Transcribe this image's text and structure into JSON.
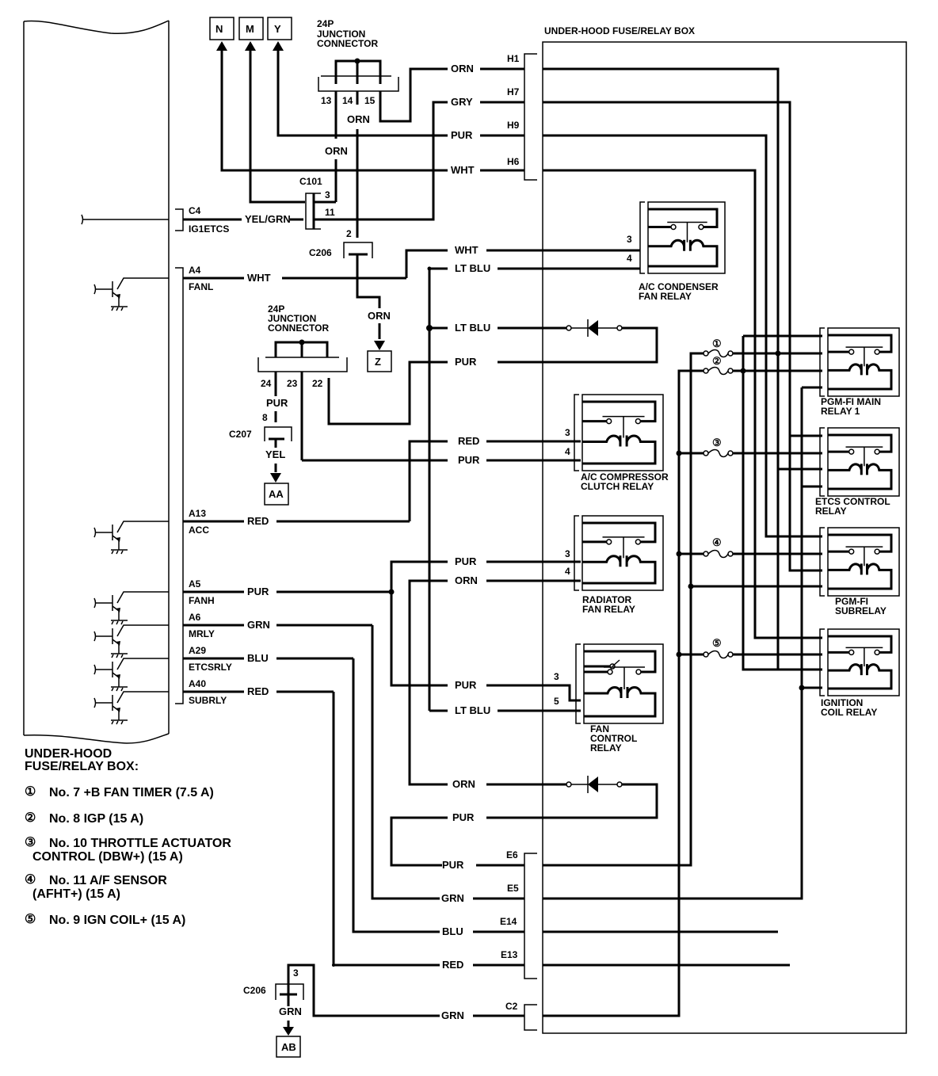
{
  "title": "UNDER-HOOD FUSE/RELAY BOX",
  "connectors_top": [
    "N",
    "M",
    "Y"
  ],
  "junction_top": {
    "label_lines": [
      "24P",
      "JUNCTION",
      "CONNECTOR"
    ],
    "pins": [
      "13",
      "14",
      "15"
    ],
    "wire": "ORN"
  },
  "junction_mid": {
    "label_lines": [
      "24P",
      "JUNCTION",
      "CONNECTOR"
    ],
    "pins": [
      "24",
      "23",
      "22"
    ]
  },
  "h_terminals": [
    {
      "pin": "H1",
      "wire": "ORN"
    },
    {
      "pin": "H7",
      "wire": "GRY"
    },
    {
      "pin": "H9",
      "wire": "PUR"
    },
    {
      "pin": "H6",
      "wire": "WHT"
    }
  ],
  "c101": {
    "name": "C101",
    "pins": [
      "3",
      "11"
    ],
    "wire_orn": "ORN"
  },
  "c4": {
    "pin": "C4",
    "signal": "IG1ETCS",
    "wire": "YEL/GRN"
  },
  "c206_top": {
    "name": "C206",
    "pin": "2",
    "wire": "ORN",
    "dest": "Z"
  },
  "c207": {
    "name": "C207",
    "pin": "8",
    "wire_in": "PUR",
    "wire_out": "YEL",
    "dest": "AA"
  },
  "c206_bottom": {
    "name": "C206",
    "pin": "3",
    "wire": "GRN",
    "dest": "AB"
  },
  "pcm_pins": [
    {
      "pin": "A4",
      "signal": "FANL",
      "wire": "WHT"
    },
    {
      "pin": "A13",
      "signal": "ACC",
      "wire": "RED"
    },
    {
      "pin": "A5",
      "signal": "FANH",
      "wire": "PUR"
    },
    {
      "pin": "A6",
      "signal": "MRLY",
      "wire": "GRN"
    },
    {
      "pin": "A29",
      "signal": "ETCSRLY",
      "wire": "BLU"
    },
    {
      "pin": "A40",
      "signal": "SUBRLY",
      "wire": "RED"
    }
  ],
  "relays": {
    "ac_condenser": {
      "label_lines": [
        "A/C CONDENSER",
        "FAN RELAY"
      ],
      "pins": [
        "3",
        "4"
      ],
      "wires": [
        "WHT",
        "LT BLU"
      ]
    },
    "ac_compressor": {
      "label_lines": [
        "A/C COMPRESSOR",
        "CLUTCH RELAY"
      ],
      "pins": [
        "3",
        "4"
      ],
      "wires": [
        "RED",
        "PUR"
      ]
    },
    "radiator_fan": {
      "label_lines": [
        "RADIATOR",
        "FAN RELAY"
      ],
      "pins": [
        "3",
        "4"
      ],
      "wires": [
        "PUR",
        "ORN"
      ]
    },
    "fan_control": {
      "label_lines": [
        "FAN",
        "CONTROL",
        "RELAY"
      ],
      "pins": [
        "3",
        "5"
      ],
      "wires": [
        "PUR",
        "LT BLU"
      ]
    },
    "pgm_main": {
      "label_lines": [
        "PGM-FI MAIN",
        "RELAY 1"
      ]
    },
    "etcs_control": {
      "label_lines": [
        "ETCS CONTROL",
        "RELAY"
      ]
    },
    "pgm_sub": {
      "label_lines": [
        "PGM-FI",
        "SUBRELAY"
      ]
    },
    "ignition_coil": {
      "label_lines": [
        "IGNITION",
        "COIL RELAY"
      ]
    }
  },
  "diode_wires": {
    "upper_in": "LT BLU",
    "upper_out": "PUR",
    "lower_in": "ORN",
    "lower_out": "PUR"
  },
  "e_terminals": [
    {
      "pin": "E6",
      "wire": "PUR"
    },
    {
      "pin": "E5",
      "wire": "GRN"
    },
    {
      "pin": "E14",
      "wire": "BLU"
    },
    {
      "pin": "E13",
      "wire": "RED"
    }
  ],
  "c2": {
    "pin": "C2",
    "wire": "GRN"
  },
  "fuse_marks": [
    "①",
    "②",
    "③",
    "④",
    "⑤"
  ],
  "legend": {
    "heading_lines": [
      "UNDER-HOOD",
      "FUSE/RELAY BOX:"
    ],
    "items": [
      {
        "mark": "①",
        "lines": [
          "No. 7 +B FAN TIMER (7.5 A)"
        ]
      },
      {
        "mark": "②",
        "lines": [
          "No. 8 IGP (15 A)"
        ]
      },
      {
        "mark": "③",
        "lines": [
          "No. 10 THROTTLE ACTUATOR",
          "CONTROL (DBW+) (15 A)"
        ]
      },
      {
        "mark": "④",
        "lines": [
          "No. 11 A/F SENSOR",
          "(AFHT+) (15 A)"
        ]
      },
      {
        "mark": "⑤",
        "lines": [
          "No. 9 IGN COIL+ (15 A)"
        ]
      }
    ]
  }
}
